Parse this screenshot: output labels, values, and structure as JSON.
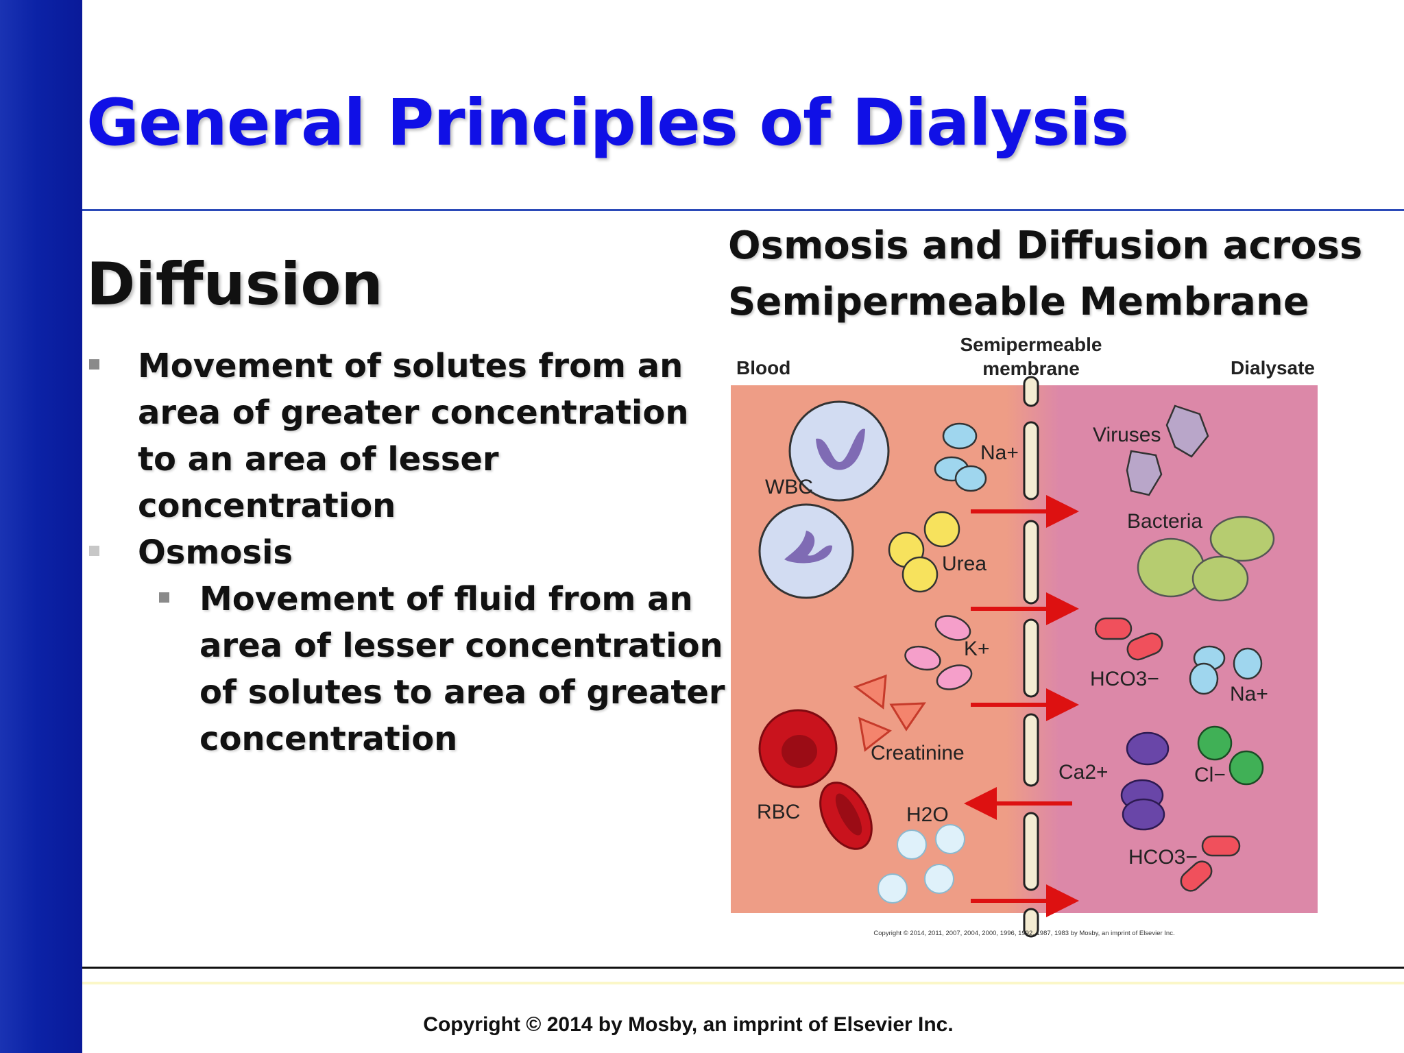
{
  "slide": {
    "title": "General Principles of Dialysis",
    "section_heading": "Diffusion",
    "bullets": [
      {
        "level": 1,
        "text": "Movement of solutes from an area of greater concentration to an area of lesser concentration"
      },
      {
        "level": 1,
        "text": "Osmosis"
      },
      {
        "level": 2,
        "text": "Movement of fluid from an area of lesser concentration of solutes to area of greater concentration"
      }
    ],
    "footer": "Copyright © 2014 by Mosby, an imprint of Elsevier Inc."
  },
  "figure": {
    "title_line1": "Osmosis and Diffusion across",
    "title_line2": "Semipermeable Membrane",
    "labels": {
      "blood": "Blood",
      "membrane_line1": "Semipermeable",
      "membrane_line2": "membrane",
      "dialysate": "Dialysate",
      "wbc": "WBC",
      "na_left": "Na+",
      "urea": "Urea",
      "k": "K+",
      "creatinine": "Creatinine",
      "rbc": "RBC",
      "h2o": "H2O",
      "viruses": "Viruses",
      "bacteria": "Bacteria",
      "hco3_upper": "HCO3−",
      "na_right": "Na+",
      "ca": "Ca2+",
      "cl": "Cl−",
      "hco3_lower": "HCO3−"
    },
    "credit": "Copyright © 2014, 2011, 2007, 2004, 2000, 1996, 1992, 1987, 1983 by Mosby, an imprint of Elsevier Inc.",
    "colors": {
      "blood_side": "#ee9d86",
      "dialysate_side": "#dc88a8",
      "arrow": "#dd1111",
      "wbc": "#d2dcf2",
      "wbc_nucleus": "#7f6bb4",
      "sodium": "#9fd6ee",
      "urea": "#f7e25d",
      "potassium": "#f59fca",
      "creatinine": "#f4846d",
      "rbc": "#c9131d",
      "water": "#dff1fa",
      "virus": "#b9a6c9",
      "bacteria": "#b6cc70",
      "bicarbonate": "#f0505c",
      "calcium": "#6946a8",
      "chloride": "#40b056"
    }
  }
}
